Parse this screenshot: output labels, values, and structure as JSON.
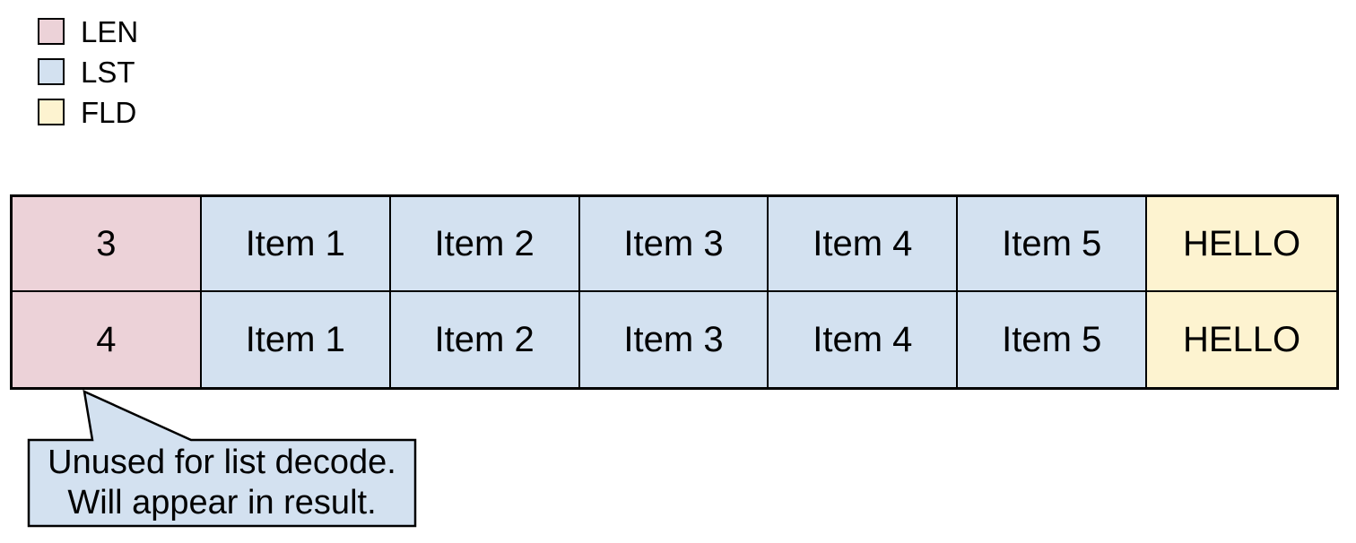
{
  "legend": {
    "items": [
      {
        "label": "LEN",
        "type": "len"
      },
      {
        "label": "LST",
        "type": "lst"
      },
      {
        "label": "FLD",
        "type": "fld"
      }
    ]
  },
  "table": {
    "rows": [
      {
        "cells": [
          {
            "text": "3",
            "type": "len"
          },
          {
            "text": "Item 1",
            "type": "lst"
          },
          {
            "text": "Item 2",
            "type": "lst"
          },
          {
            "text": "Item 3",
            "type": "lst"
          },
          {
            "text": "Item 4",
            "type": "lst"
          },
          {
            "text": "Item 5",
            "type": "lst"
          },
          {
            "text": "HELLO",
            "type": "fld"
          }
        ]
      },
      {
        "cells": [
          {
            "text": "4",
            "type": "len"
          },
          {
            "text": "Item 1",
            "type": "lst"
          },
          {
            "text": "Item 2",
            "type": "lst"
          },
          {
            "text": "Item 3",
            "type": "lst"
          },
          {
            "text": "Item 4",
            "type": "lst"
          },
          {
            "text": "Item 5",
            "type": "lst"
          },
          {
            "text": "HELLO",
            "type": "fld"
          }
        ]
      }
    ]
  },
  "callout": {
    "lines": [
      "Unused for list decode.",
      "Will appear in result."
    ]
  },
  "colors": {
    "len": "#ecd2d8",
    "lst": "#d3e1f0",
    "fld": "#fdf3d0",
    "border": "#000000",
    "background": "#ffffff"
  }
}
